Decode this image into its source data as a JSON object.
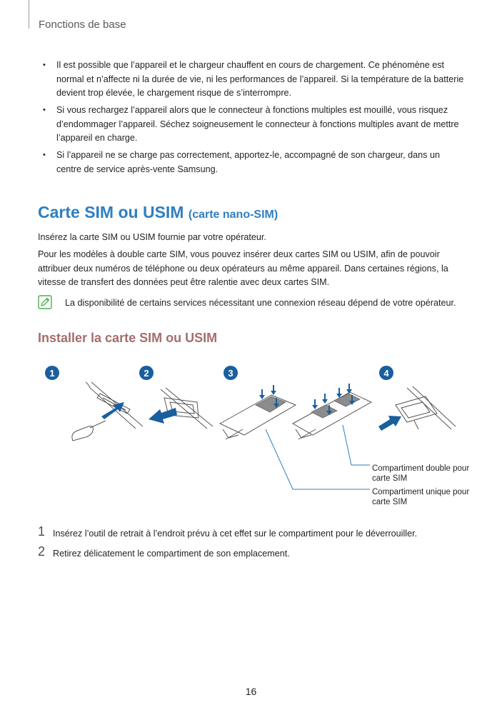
{
  "header": {
    "section": "Fonctions de base"
  },
  "bullets": [
    "Il est possible que l’appareil et le chargeur chauffent en cours de chargement. Ce phénomène est normal et n’affecte ni la durée de vie, ni les performances de l’appareil. Si la température de la batterie devient trop élevée, le chargement risque de s’interrompre.",
    "Si vous rechargez l’appareil alors que le connecteur à fonctions multiples est mouillé, vous risquez d’endommager l’appareil. Séchez soigneusement le connecteur à fonctions multiples avant de mettre l’appareil en charge.",
    "Si l’appareil ne se charge pas correctement, apportez-le, accompagné de son chargeur, dans un centre de service après-vente Samsung."
  ],
  "section": {
    "title": "Carte SIM ou USIM",
    "subtitle": "(carte nano-SIM)",
    "para1": "Insérez la carte SIM ou USIM fournie par votre opérateur.",
    "para2": "Pour les modèles à double carte SIM, vous pouvez insérer deux cartes SIM ou USIM, afin de pouvoir attribuer deux numéros de téléphone ou deux opérateurs au même appareil. Dans certaines régions, la vitesse de transfert des données peut être ralentie avec deux cartes SIM.",
    "note": "La disponibilité de certains services nécessitant une connexion réseau dépend de votre opérateur."
  },
  "install": {
    "title": "Installer la carte SIM ou USIM",
    "figure": {
      "step_markers": [
        "1",
        "2",
        "3",
        "4"
      ],
      "callout_double": "Compartiment double pour carte SIM",
      "callout_single": "Compartiment unique pour carte SIM",
      "colors": {
        "marker": "#1a5e9e",
        "arrow": "#1a5e9e",
        "leader": "#2f7fc1",
        "card": "#8c8c8c"
      }
    },
    "steps": [
      {
        "num": "1",
        "text": "Insérez l’outil de retrait à l’endroit prévu à cet effet sur le compartiment pour le déverrouiller."
      },
      {
        "num": "2",
        "text": "Retirez délicatement le compartiment de son emplacement."
      }
    ]
  },
  "footer": {
    "page_number": "16"
  },
  "icons": {
    "note": "note-pencil-icon"
  }
}
